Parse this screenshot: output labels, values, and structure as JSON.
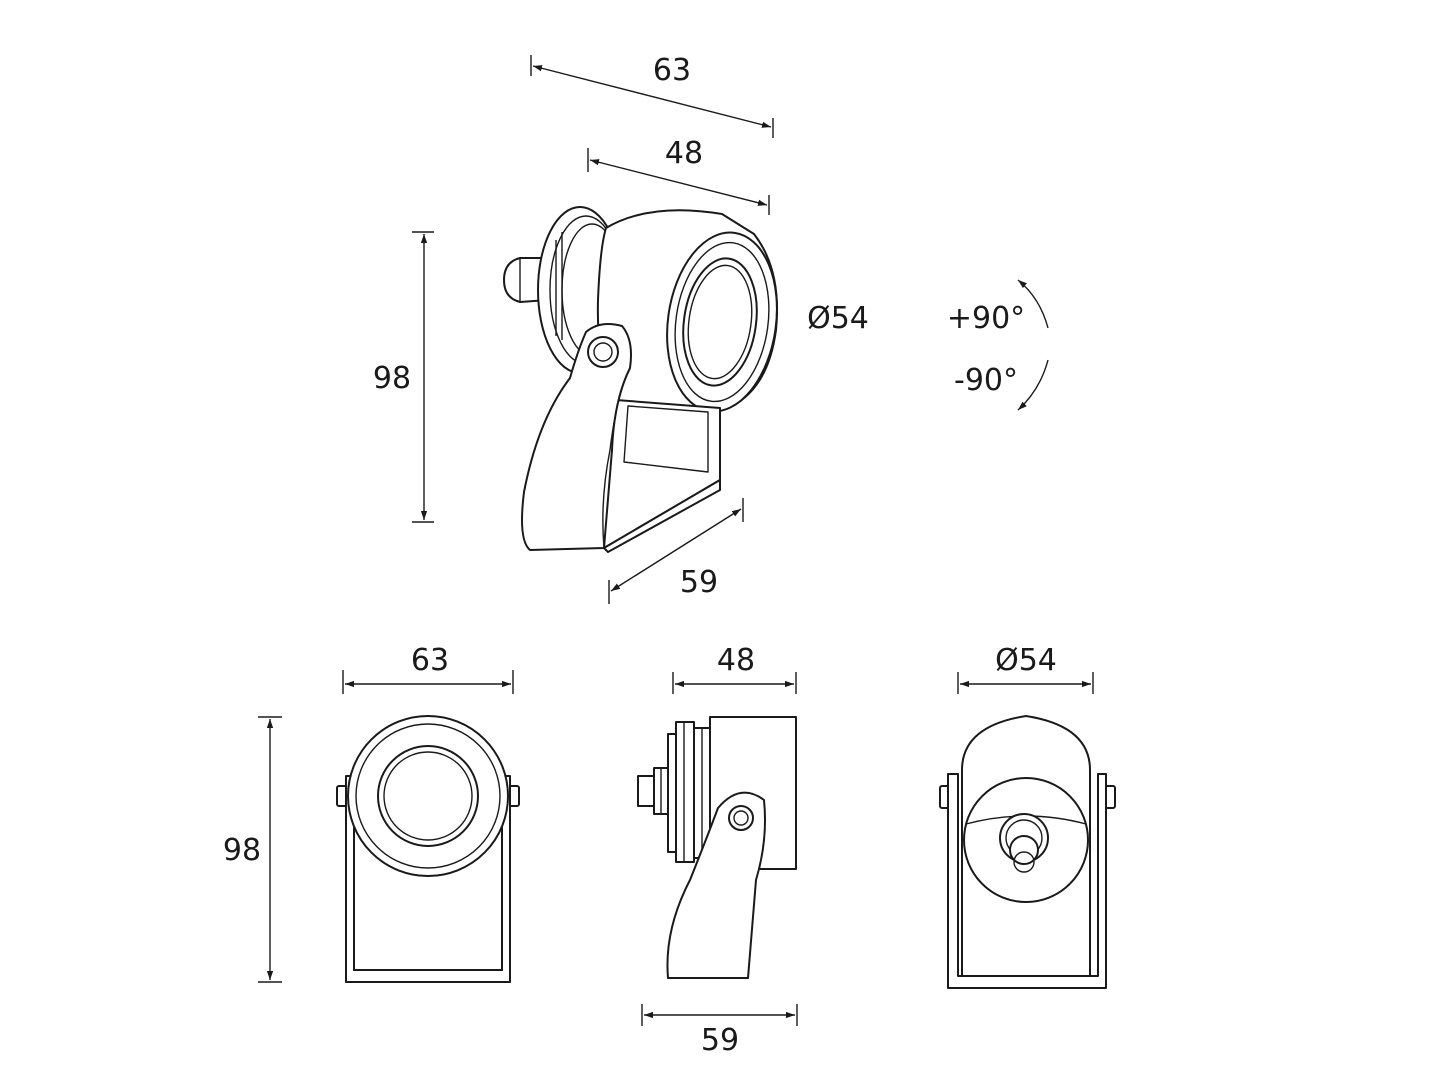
{
  "iso_view": {
    "dim_overall_width": "63",
    "dim_body_length": "48",
    "dim_height": "98",
    "dim_base_depth": "59",
    "dim_diameter": "Ø54",
    "tilt_up": "+90°",
    "tilt_down": "-90°"
  },
  "front_view": {
    "dim_width": "63",
    "dim_height": "98"
  },
  "side_view": {
    "dim_body_length": "48",
    "dim_base_depth": "59"
  },
  "rear_view": {
    "dim_diameter": "Ø54"
  },
  "colors": {
    "line": "#1a1a1a",
    "background": "#ffffff"
  }
}
